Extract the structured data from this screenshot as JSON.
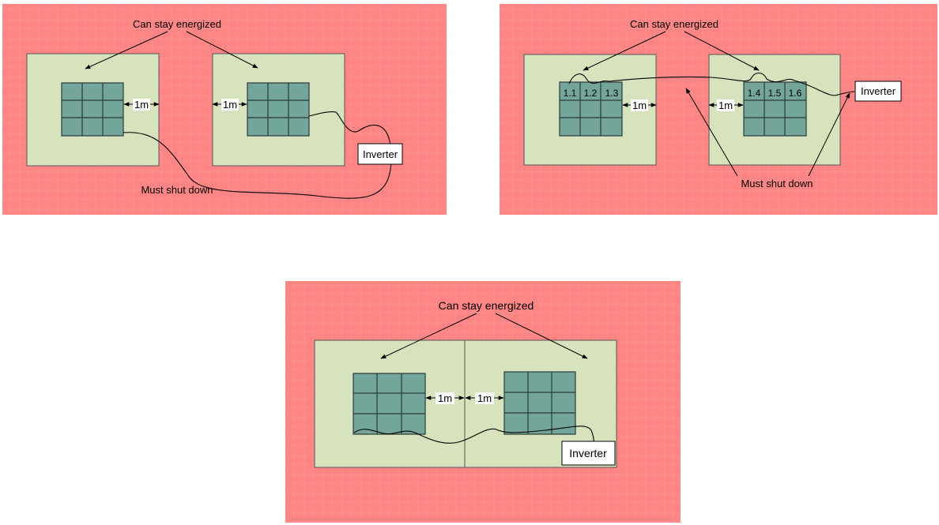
{
  "colors": {
    "background": "#ffffff",
    "restricted_zone": "#ff8080",
    "grid_line": "#f0a0a0",
    "array_boundary": "#d7e3bd",
    "panel": "#73a59a",
    "cable": "#000000",
    "label_box": "#ffffff"
  },
  "diagrams": [
    {
      "top_label": "Can stay energized",
      "bottom_label": "Must shut down",
      "spacing_left": "1m",
      "spacing_right": "1m",
      "inverter": "Inverter",
      "cell_labels": []
    },
    {
      "top_label": "Can stay energized",
      "bottom_label": "Must shut down",
      "spacing_left": "1m",
      "spacing_right": "1m",
      "inverter": "Inverter",
      "cell_labels": [
        "1.1",
        "1.2",
        "1.3",
        "1.4",
        "1.5",
        "1.6"
      ]
    },
    {
      "top_label": "Can stay energized",
      "spacing_left": "1m",
      "spacing_right": "1m",
      "inverter": "Inverter",
      "cell_labels": []
    }
  ]
}
